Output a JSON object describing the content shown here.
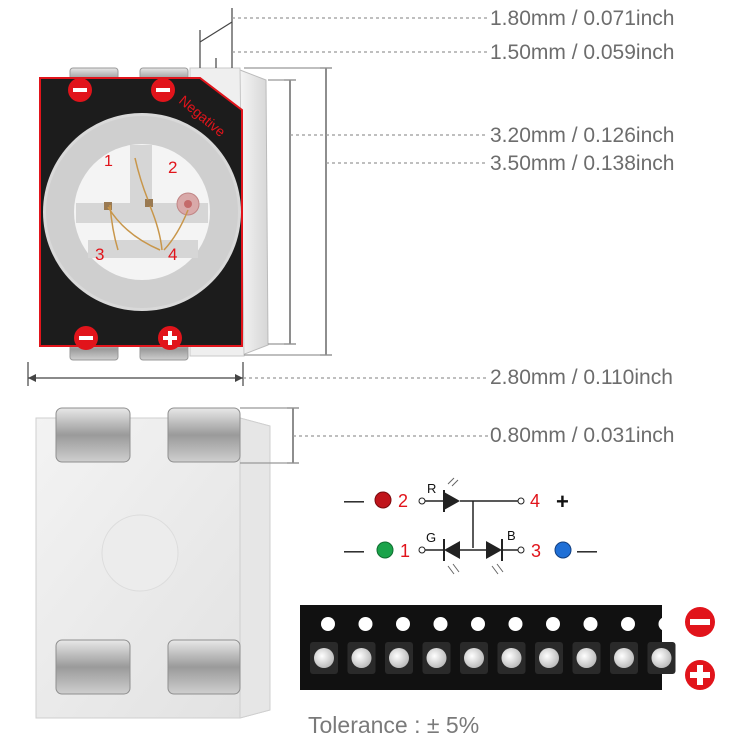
{
  "dimensions": {
    "top_height_1": "1.80mm / 0.071inch",
    "top_height_2": "1.50mm / 0.059inch",
    "inner_height": "3.20mm / 0.126inch",
    "outer_height": "3.50mm / 0.138inch",
    "width": "2.80mm / 0.110inch",
    "pad_height": "0.80mm / 0.031inch"
  },
  "top_view": {
    "negative_label": "Negative",
    "pin_labels": [
      "1",
      "2",
      "3",
      "4"
    ],
    "minus_symbol": "−",
    "plus_symbol": "+"
  },
  "circuit": {
    "pin_2": "2",
    "pin_4": "4",
    "pin_1": "1",
    "pin_3": "3",
    "label_r": "R",
    "label_g": "G",
    "label_b": "B",
    "minus_sign": "—",
    "plus_sign": "+"
  },
  "tape": {
    "minus_symbol": "−",
    "plus_symbol": "+"
  },
  "tolerance": "Tolerance : ± 5%",
  "colors": {
    "red": "#e1141b",
    "green": "#1aa34a",
    "blue": "#1f6fd6",
    "body_dark": "#1c1c1c"
  }
}
